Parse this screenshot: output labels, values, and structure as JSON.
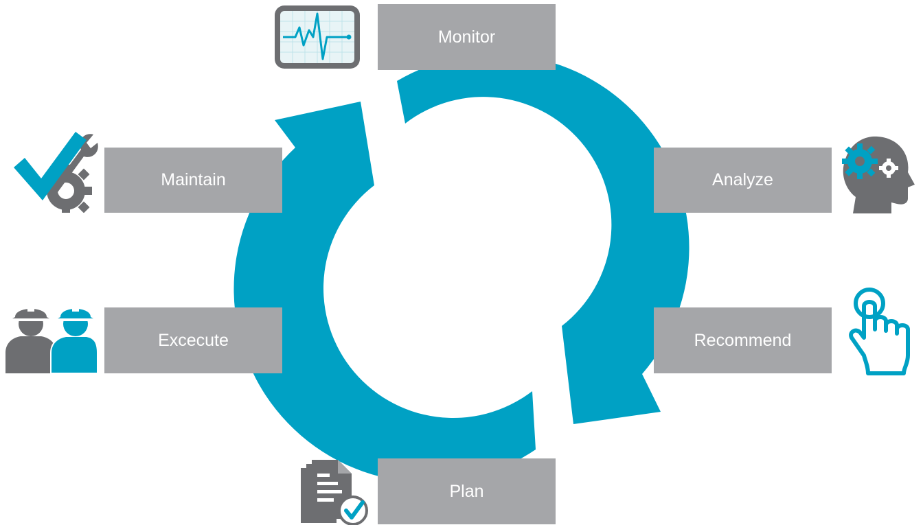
{
  "diagram": {
    "steps": [
      {
        "id": "monitor",
        "label": "Monitor",
        "icon": "heart-monitor-icon"
      },
      {
        "id": "analyze",
        "label": "Analyze",
        "icon": "head-gears-icon"
      },
      {
        "id": "recommend",
        "label": "Recommend",
        "icon": "pointing-hand-icon"
      },
      {
        "id": "plan",
        "label": "Plan",
        "icon": "document-check-icon"
      },
      {
        "id": "execute",
        "label": "Excecute",
        "icon": "workers-hardhat-icon"
      },
      {
        "id": "maintain",
        "label": "Maintain",
        "icon": "checkmark-wrench-gear-icon"
      }
    ],
    "colors": {
      "accent": "#00a1c4",
      "box": "#a5a6a9",
      "icon_gray": "#6d6e71",
      "text": "#ffffff"
    }
  }
}
